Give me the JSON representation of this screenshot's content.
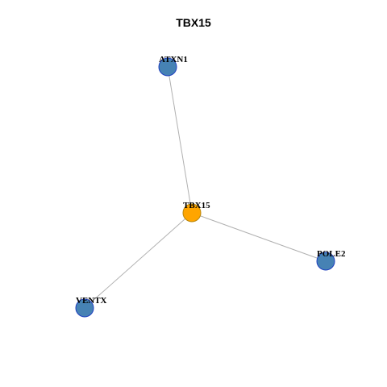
{
  "title": "TBX15",
  "colors": {
    "center_fill": "#FFA500",
    "center_stroke": "#B8860B",
    "neighbor_fill": "#4682B4",
    "neighbor_stroke": "#1E3FBF",
    "edge": "#B0B0B0"
  },
  "nodes": [
    {
      "id": "tbx15",
      "label": "TBX15",
      "role": "center"
    },
    {
      "id": "atxn1",
      "label": "ATXN1",
      "role": "neighbor"
    },
    {
      "id": "pole2",
      "label": "POLE2",
      "role": "neighbor"
    },
    {
      "id": "ventx",
      "label": "VENTX",
      "role": "neighbor"
    }
  ],
  "edges": [
    {
      "source": "tbx15",
      "target": "atxn1"
    },
    {
      "source": "tbx15",
      "target": "pole2"
    },
    {
      "source": "tbx15",
      "target": "ventx"
    }
  ]
}
